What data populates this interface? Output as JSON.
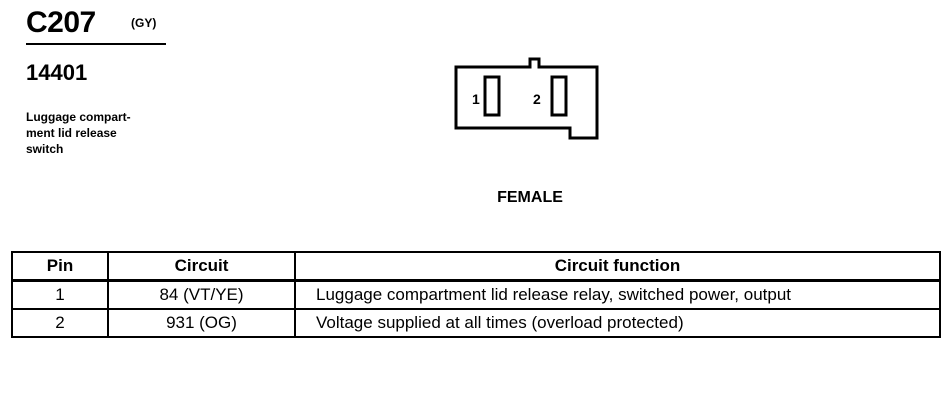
{
  "connector": {
    "id": "C207",
    "color_code": "(GY)",
    "part_number": "14401",
    "description": "Luggage compart-\nment lid release\nswitch",
    "gender": "FEMALE",
    "cavity_labels": [
      "1",
      "2"
    ]
  },
  "pinout": {
    "headers": [
      "Pin",
      "Circuit",
      "Circuit function"
    ],
    "rows": [
      {
        "pin": "1",
        "circuit": "84 (VT/YE)",
        "function": "Luggage compartment lid release relay, switched power, output"
      },
      {
        "pin": "2",
        "circuit": "931 (OG)",
        "function": "Voltage supplied at all times (overload protected)"
      }
    ]
  }
}
